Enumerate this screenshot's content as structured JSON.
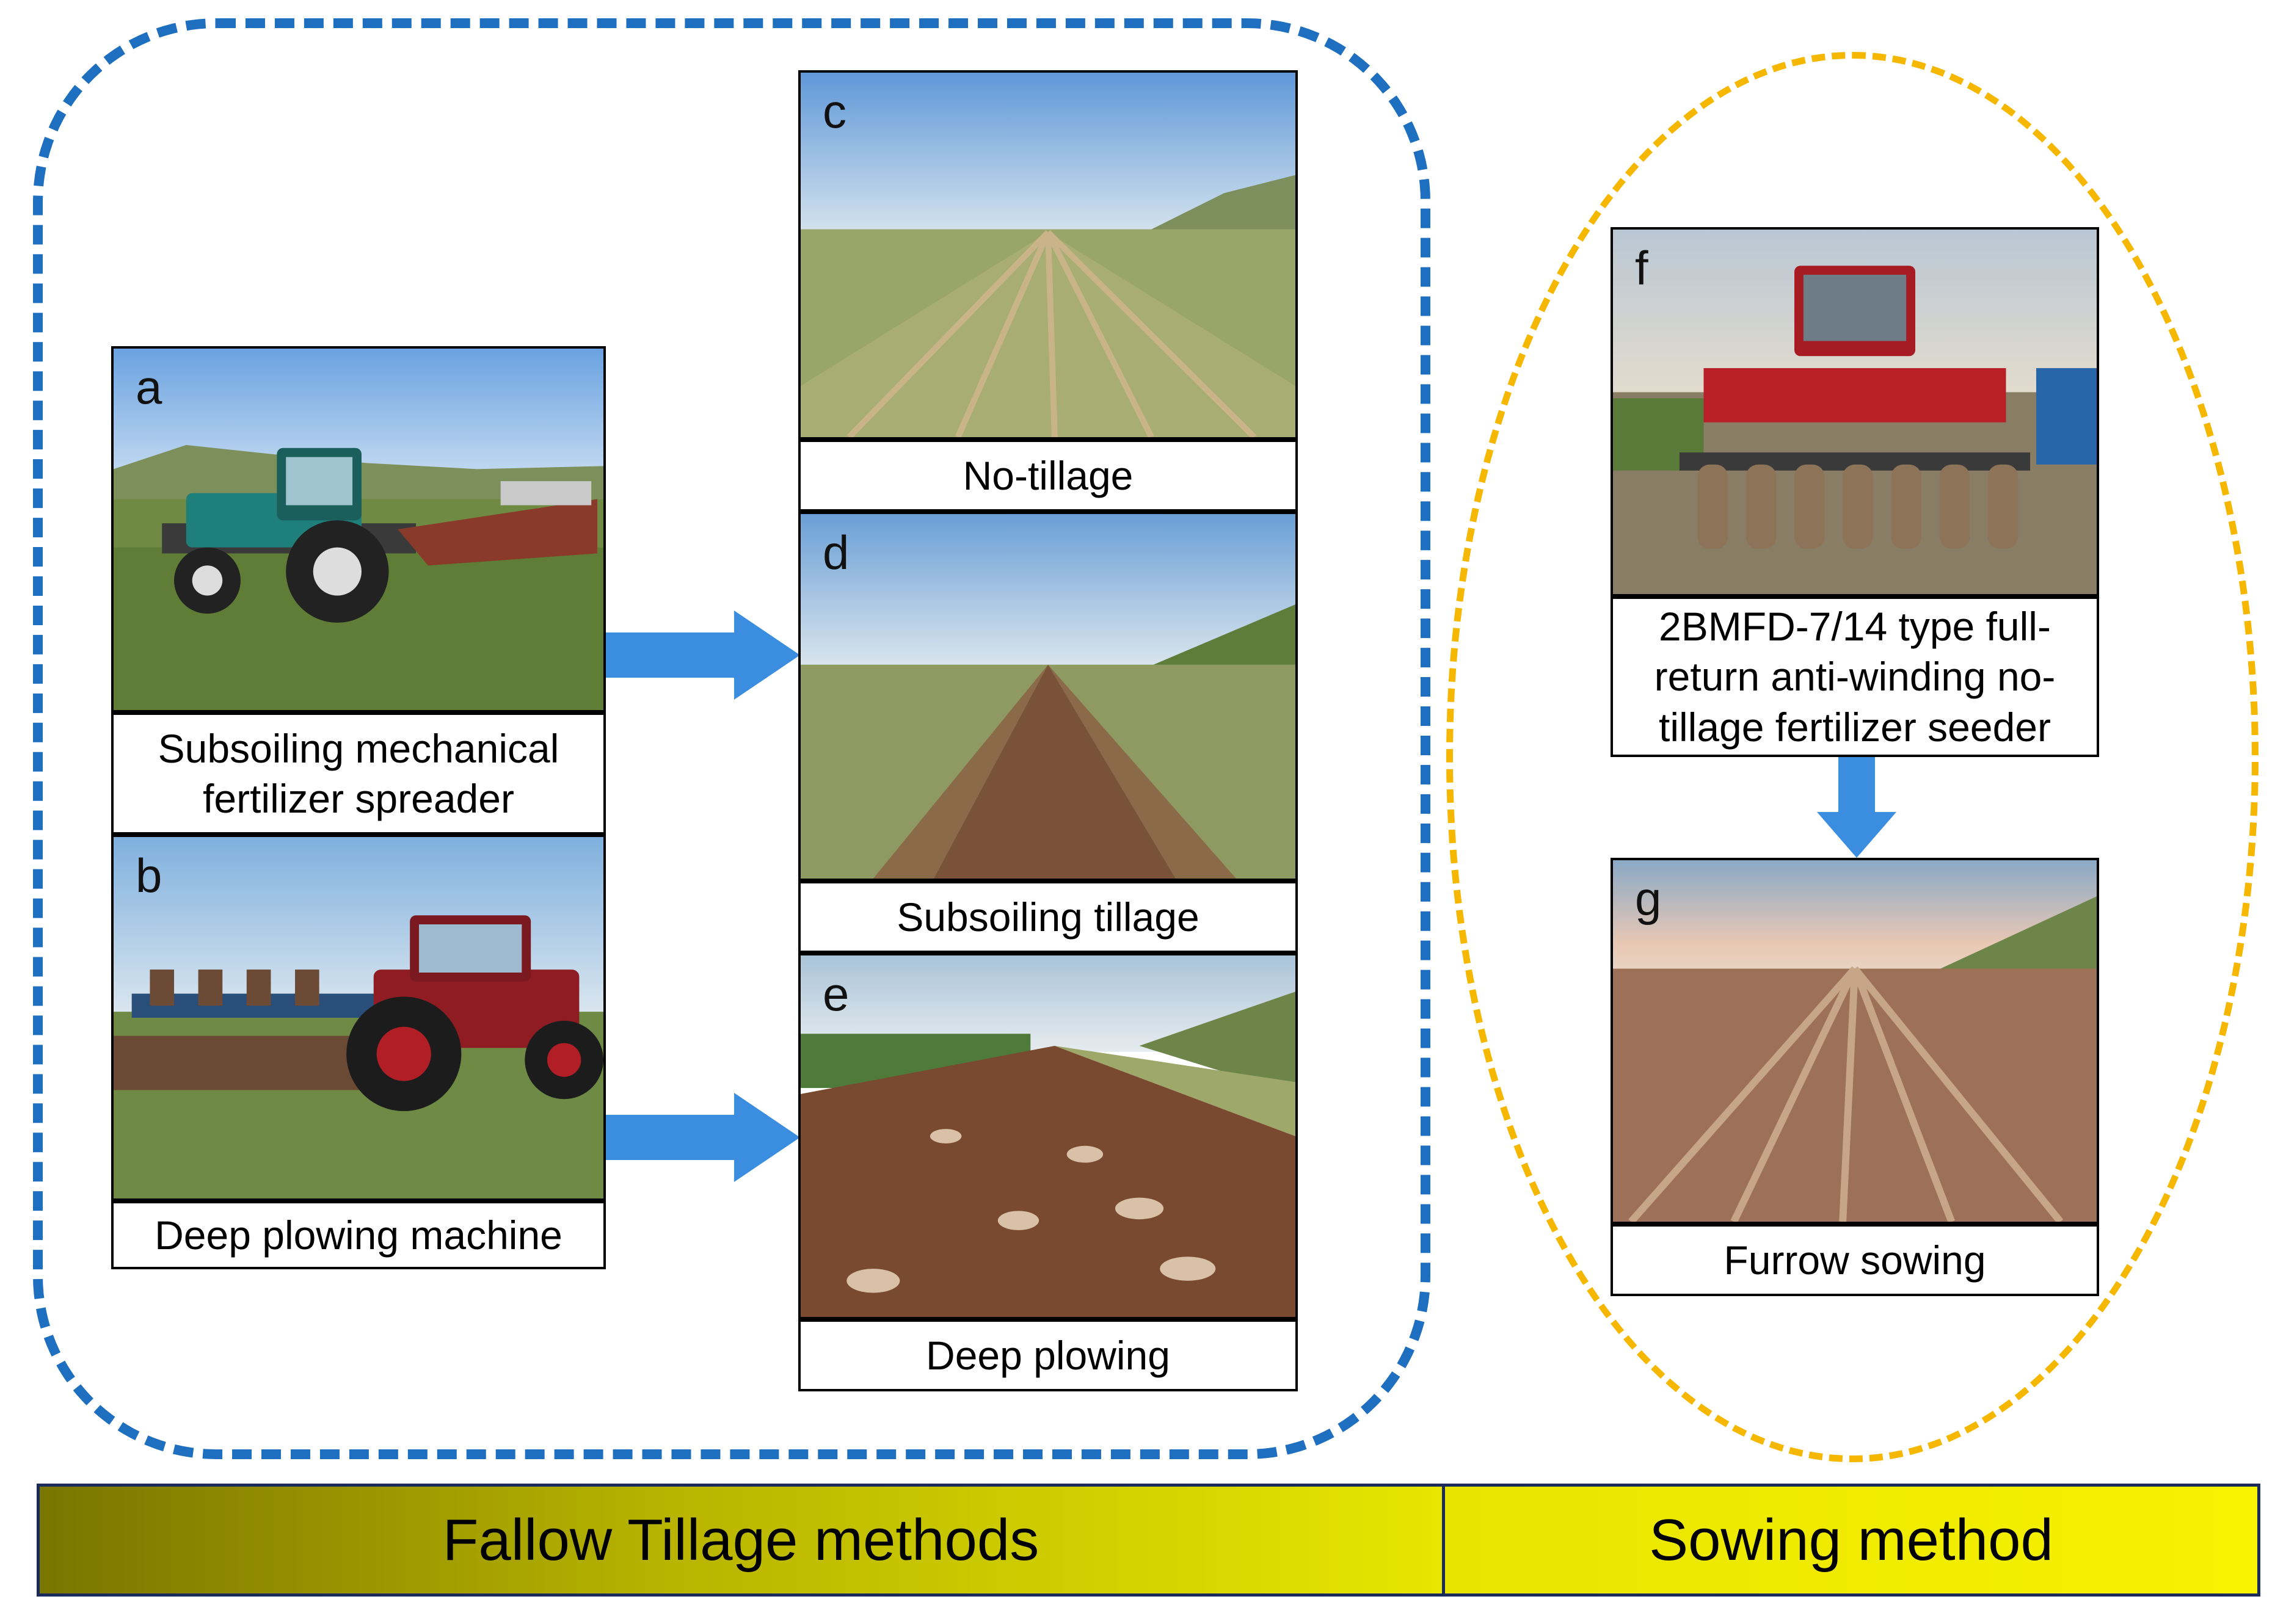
{
  "panels": {
    "a": {
      "letter": "a",
      "caption": "Subsoiling mechanical\nfertilizer spreader"
    },
    "b": {
      "letter": "b",
      "caption": "Deep plowing machine"
    },
    "c": {
      "letter": "c",
      "caption": "No-tillage"
    },
    "d": {
      "letter": "d",
      "caption": "Subsoiling tillage"
    },
    "e": {
      "letter": "e",
      "caption": "Deep plowing"
    },
    "f": {
      "letter": "f",
      "caption": "2BMFD-7/14 type full-\nreturn anti-winding no-\ntillage fertilizer seeder"
    },
    "g": {
      "letter": "g",
      "caption": "Furrow sowing"
    }
  },
  "bar": {
    "left_label": "Fallow Tillage methods",
    "right_label": "Sowing method"
  },
  "colors": {
    "tillage_frame": "#1f6fc0",
    "sowing_frame": "#f5b700",
    "arrow": "#3b8de0"
  }
}
